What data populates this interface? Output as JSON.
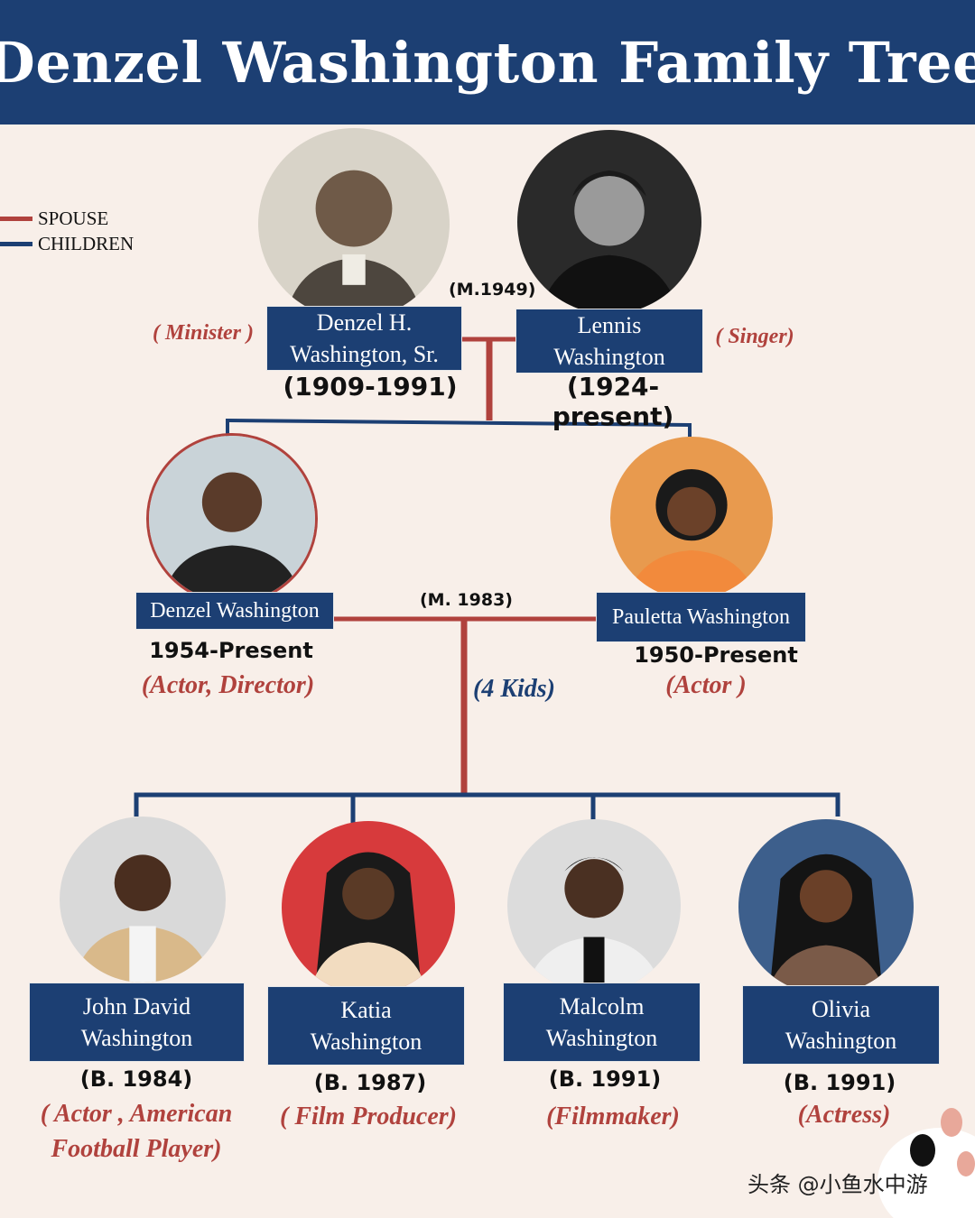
{
  "title": "Denzel Washington Family Tree",
  "legend": {
    "spouse": "SPOUSE",
    "children": "CHILDREN"
  },
  "colors": {
    "spouse_line": "#b0423d",
    "children_line": "#1c3f73",
    "header_bg": "#1c3f73",
    "background": "#f8efe9"
  },
  "parents": {
    "father": {
      "name_line1": "Denzel H.",
      "name_line2": "Washington, Sr.",
      "years": "(1909-1991)",
      "role": "( Minister )"
    },
    "mother": {
      "name_line1": "Lennis",
      "name_line2": "Washington",
      "years": "(1924-present)",
      "role": "( Singer)"
    },
    "marriage": "(M.1949)"
  },
  "couple": {
    "denzel": {
      "name": "Denzel Washington",
      "years": "1954-Present",
      "role": "(Actor, Director)"
    },
    "pauletta": {
      "name": "Pauletta Washington",
      "years": "1950-Present",
      "role": "(Actor )"
    },
    "marriage": "(M. 1983)",
    "kids_count": "(4 Kids)"
  },
  "children": [
    {
      "name_line1": "John David",
      "name_line2": "Washington",
      "born": "(B. 1984)",
      "role_line1": "( Actor , American",
      "role_line2": "Football Player)"
    },
    {
      "name_line1": "Katia",
      "name_line2": "Washington",
      "born": "(B. 1987)",
      "role_line1": "( Film Producer)",
      "role_line2": ""
    },
    {
      "name_line1": "Malcolm",
      "name_line2": "Washington",
      "born": "(B. 1991)",
      "role_line1": "(Filmmaker)",
      "role_line2": ""
    },
    {
      "name_line1": "Olivia",
      "name_line2": "Washington",
      "born": "(B. 1991)",
      "role_line1": "(Actress)",
      "role_line2": ""
    }
  ],
  "watermark": "头条 @小鱼水中游"
}
